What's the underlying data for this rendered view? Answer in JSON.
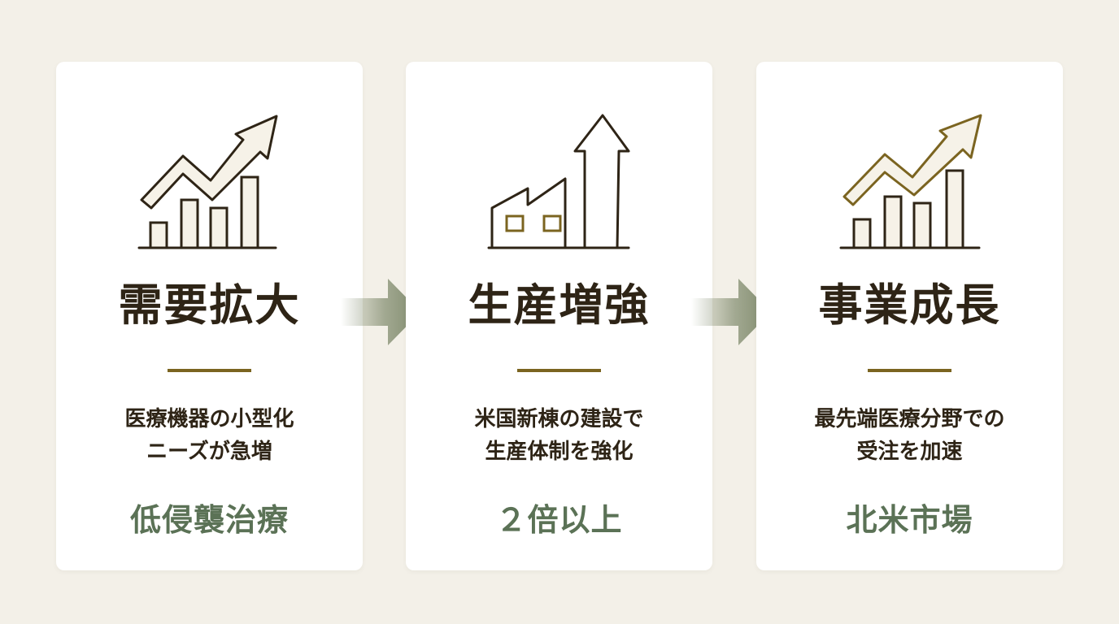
{
  "steps": [
    {
      "title": "需要拡大",
      "desc_line1": "医療機器の小型化",
      "desc_line2": "ニーズが急増",
      "keyword": "低侵襲治療",
      "icon": "growth-chart-icon"
    },
    {
      "title": "生産増強",
      "desc_line1": "米国新棟の建設で",
      "desc_line2": "生産体制を強化",
      "keyword": "２倍以上",
      "icon": "factory-arrow-icon"
    },
    {
      "title": "事業成長",
      "desc_line1": "最先端医療分野での",
      "desc_line2": "受注を加速",
      "keyword": "北米市場",
      "icon": "gold-growth-chart-icon"
    }
  ],
  "connectors": [
    "arrow-right-icon",
    "arrow-right-icon"
  ],
  "colors": {
    "background": "#f3f0e8",
    "card": "#ffffff",
    "dark_text": "#2e2416",
    "accent_gold": "#7b6420",
    "keyword_green": "#5b7256",
    "arrow": "#7f8a6c"
  }
}
